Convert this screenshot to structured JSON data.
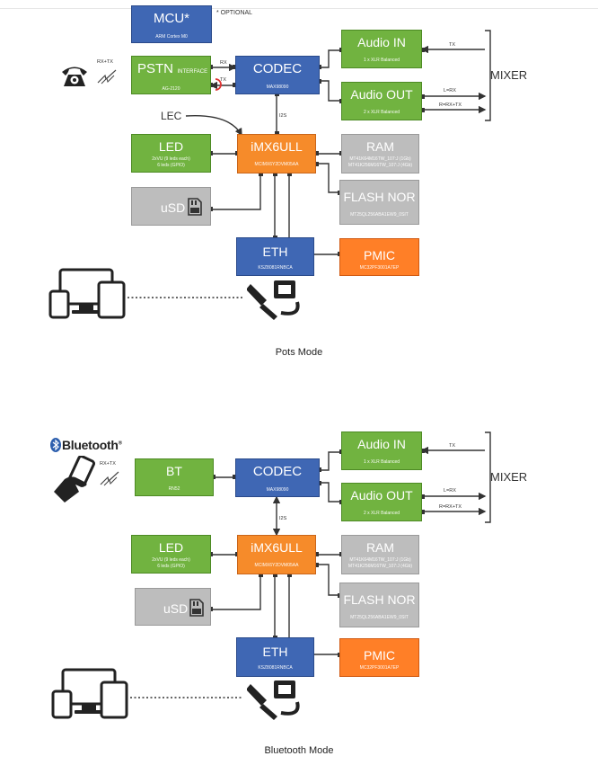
{
  "optional_note": "* OPTIONAL",
  "pots": {
    "caption": "Pots Mode",
    "mcu": {
      "title": "MCU*",
      "sub": "ARM Cortex M0"
    },
    "pstn": {
      "title": "PSTN",
      "title_small": "INTERFACE",
      "sub": "AG-2120"
    },
    "codec": {
      "title": "CODEC",
      "sub": "MAX98090"
    },
    "audio_in": {
      "title": "Audio IN",
      "sub": "1 x XLR Balanced"
    },
    "audio_out": {
      "title": "Audio OUT",
      "sub": "2 x XLR Balanced"
    },
    "mixer": "MIXER",
    "led": {
      "title": "LED",
      "sub1": "2xVU (9 leds each)",
      "sub2": "6 leds (GPIO)"
    },
    "imx": {
      "title": "iMX6ULL",
      "sub": "MCIMX6Y2DVM05AA"
    },
    "ram": {
      "title": "RAM",
      "sub1": "MT41K64M16TW_107:J (1Gb)",
      "sub2": "MT41K256M16TW_107:J (4Gb)"
    },
    "usd": "uSD",
    "flash": {
      "title": "FLASH NOR",
      "sub": "MT25QL256ABA1EW9_0SIT"
    },
    "eth": {
      "title": "ETH",
      "sub": "KSZ8081RNBCA"
    },
    "pmic": {
      "title": "PMIC",
      "sub": "MC32PF3001A7EP"
    },
    "labels": {
      "rxtx": "RX+TX",
      "rx": "RX",
      "tx": "TX",
      "lec": "LEC",
      "i2s": "I2S",
      "tx_in": "TX",
      "l_rx": "L=RX",
      "r_rxtx": "R=RX+TX"
    }
  },
  "bt": {
    "caption": "Bluetooth Mode",
    "brand": "Bluetooth",
    "brand_mark": "®",
    "bt": {
      "title": "BT",
      "sub": "RN52"
    },
    "codec": {
      "title": "CODEC",
      "sub": "MAX98090"
    },
    "audio_in": {
      "title": "Audio IN",
      "sub": "1 x XLR Balanced"
    },
    "audio_out": {
      "title": "Audio OUT",
      "sub": "2 x XLR Balanced"
    },
    "mixer": "MIXER",
    "led": {
      "title": "LED",
      "sub1": "2xVU (9 leds each)",
      "sub2": "6 leds (GPIO)"
    },
    "imx": {
      "title": "iMX6ULL",
      "sub": "MCIMX6Y2DVM05AA"
    },
    "ram": {
      "title": "RAM",
      "sub1": "MT41K64M16TW_107:J (1Gb)",
      "sub2": "MT41K256M16TW_107:J (4Gb)"
    },
    "usd": "uSD",
    "flash": {
      "title": "FLASH NOR",
      "sub": "MT25QL256ABA1EW9_0SIT"
    },
    "eth": {
      "title": "ETH",
      "sub": "KSZ8081RNBCA"
    },
    "pmic": {
      "title": "PMIC",
      "sub": "MC32PF3001A7EP"
    },
    "labels": {
      "rxtx": "RX+TX",
      "i2s": "I2S",
      "tx_in": "TX",
      "l_rx": "L=RX",
      "r_rxtx": "R=RX+TX"
    }
  },
  "colors": {
    "green": "#71b340",
    "blue": "#3f67b4",
    "orange": "#f68b2a",
    "gray": "#bdbdbd",
    "wire": "#333333"
  },
  "icons": [
    "phone-icon",
    "signal-icon",
    "devices-icon",
    "ethernet-cable-icon",
    "sd-card-icon",
    "bluetooth-logo-icon",
    "hand-phone-icon"
  ]
}
